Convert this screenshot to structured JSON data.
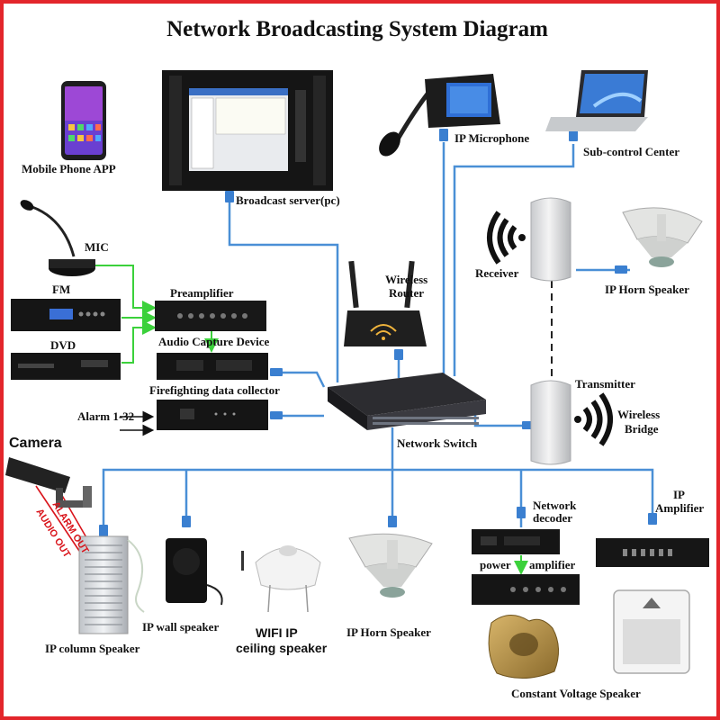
{
  "title": "Network Broadcasting System Diagram",
  "labels": {
    "mobile_app": "Mobile Phone APP",
    "broadcast_server": "Broadcast server(pc)",
    "ip_microphone": "IP Microphone",
    "sub_control": "Sub-control Center",
    "mic": "MIC",
    "fm": "FM",
    "dvd": "DVD",
    "preamplifier": "Preamplifier",
    "audio_capture": "Audio Capture Device",
    "fire_collector": "Firefighting data collector",
    "alarm": "Alarm 1-32",
    "wireless_router_1": "Wireless",
    "wireless_router_2": "Router",
    "network_switch": "Network Switch",
    "receiver": "Receiver",
    "ip_horn_top": "IP Horn Speaker",
    "transmitter": "Transmitter",
    "wireless_bridge_1": "Wireless",
    "wireless_bridge_2": "Bridge",
    "camera": "Camera",
    "alarm_out": "ALARM OUT",
    "audio_out": "AUDIO OUT",
    "ip_column": "IP column Speaker",
    "ip_wall": "IP wall speaker",
    "wifi_ceiling_1": "WIFI IP",
    "wifi_ceiling_2": "ceiling speaker",
    "ip_horn_bottom": "IP Horn Speaker",
    "network_decoder_1": "Network",
    "network_decoder_2": "decoder",
    "power_amp_1": "power",
    "power_amp_2": "amplifier",
    "ip_amp_1": "IP",
    "ip_amp_2": "Amplifier",
    "constant_voltage": "Constant Voltage Speaker"
  },
  "colors": {
    "border": "#e3262b",
    "network_cable": "#4a8fd6",
    "audio_cable": "#3bd13b",
    "alarm_text": "#d9141b"
  },
  "icons": {
    "phone": "smartphone-icon",
    "server": "rack-server-icon",
    "ip_mic": "ip-microphone-icon",
    "laptop": "laptop-icon",
    "mic": "gooseneck-microphone-icon",
    "router": "wifi-router-icon",
    "switch": "network-switch-icon",
    "wifi_signal": "wifi-signal-icon",
    "horn": "horn-speaker-icon",
    "camera": "security-camera-icon",
    "column": "column-speaker-icon",
    "wall": "wall-speaker-icon",
    "ceiling": "ceiling-speaker-icon",
    "rock": "rock-speaker-icon"
  }
}
